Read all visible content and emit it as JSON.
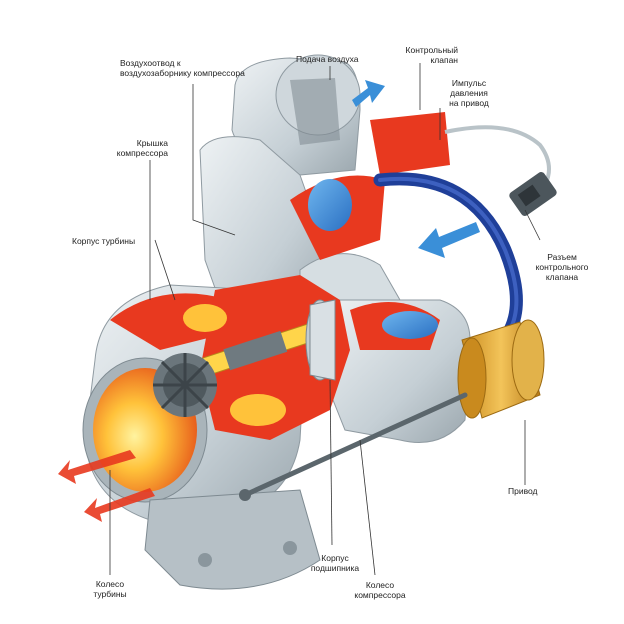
{
  "labels": {
    "outlet": [
      "Воздухоотвод к",
      "воздухозаборнику компрессора"
    ],
    "air_supply": [
      "Подача воздуха"
    ],
    "control_valve": [
      "Контрольный",
      "клапан"
    ],
    "pressure_impulse": [
      "Импульс",
      "давления",
      "на привод"
    ],
    "compressor_cover": [
      "Крышка",
      "компрессора"
    ],
    "turbine_housing": [
      "Корпус турбины"
    ],
    "valve_connector": [
      "Разъем",
      "контрольного",
      "клапана"
    ],
    "actuator": [
      "Привод"
    ],
    "bearing_housing": [
      "Корпус",
      "подшипника"
    ],
    "compressor_wheel": [
      "Колесо",
      "компрессора"
    ],
    "turbine_wheel": [
      "Колесо",
      "турбины"
    ]
  },
  "colors": {
    "housing_light": "#dfe6ea",
    "housing_mid": "#b8c3c9",
    "housing_dark": "#7e8a91",
    "cutaway_red": "#e8391f",
    "hot_orange": "#f5a623",
    "hot_yellow": "#ffd54a",
    "air_blue": "#3a8fd8",
    "hose_blue": "#1f3f99",
    "actuator_gold": "#e3a93a",
    "leader_line": "#333333"
  }
}
